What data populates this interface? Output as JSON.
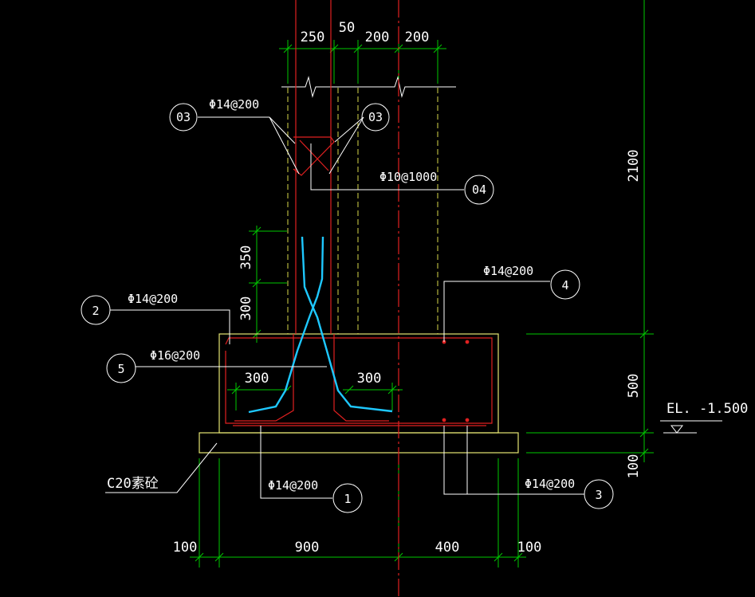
{
  "colors": {
    "background": "#000000",
    "dimension_lines": "#00c800",
    "concrete_outline": "#e6e673",
    "rebar": "#e02020",
    "center_line": "#e02020",
    "hidden_line": "#d8d84a",
    "extra_rebar": "#1ec8ff",
    "leaders": "#ffffff"
  },
  "top_dims": [
    "250",
    "50",
    "200",
    "200"
  ],
  "left_dims": [
    "350",
    "300"
  ],
  "inner_dims": [
    "300",
    "300"
  ],
  "bottom_dims": [
    "100",
    "900",
    "400",
    "100"
  ],
  "right_dims": [
    "2100",
    "500",
    "100"
  ],
  "elevation": "EL. -1.500",
  "material": "C20素砼",
  "callouts": {
    "c03a": {
      "tag": "03",
      "spec": "Φ14@200"
    },
    "c03b": {
      "tag": "03"
    },
    "c04": {
      "tag": "04",
      "spec": "Φ10@1000"
    },
    "c4": {
      "tag": "4",
      "spec": "Φ14@200"
    },
    "c2": {
      "tag": "2",
      "spec": "Φ14@200"
    },
    "c5": {
      "tag": "5",
      "spec": "Φ16@200"
    },
    "c1": {
      "tag": "1",
      "spec": "Φ14@200"
    },
    "c3": {
      "tag": "3",
      "spec": "Φ14@200"
    }
  }
}
